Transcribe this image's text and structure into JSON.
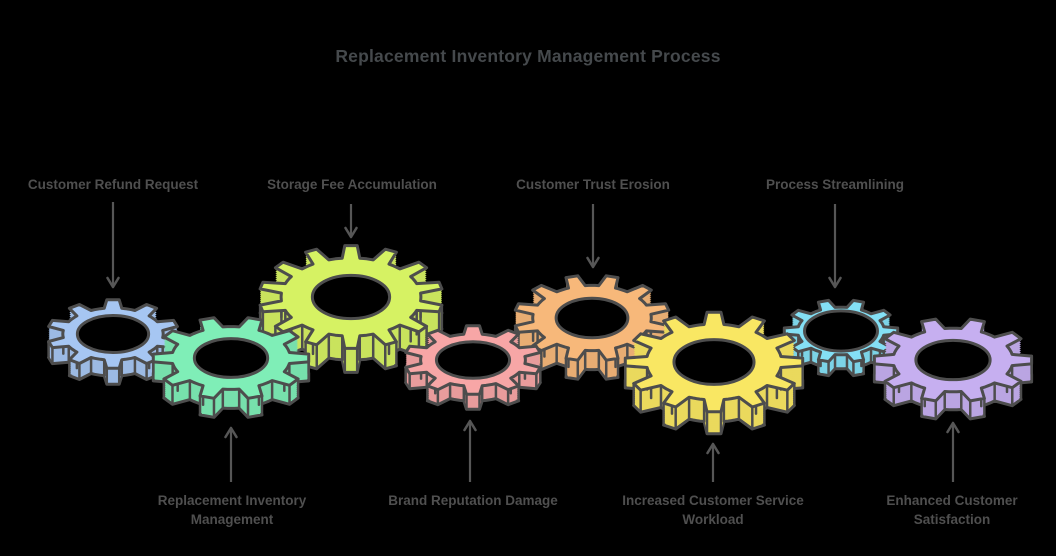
{
  "title": "Replacement Inventory Management Process",
  "colors": {
    "background": "#000000",
    "outline": "#4d4d4d",
    "arrow": "#565656",
    "title_text": "#45494c",
    "label_text": "#4f4f4f"
  },
  "gears": [
    {
      "id": "customer-refund-request",
      "label": "Customer Refund Request",
      "icon": "gear-icon",
      "color": "#a6c6f2",
      "label_position": "top"
    },
    {
      "id": "replacement-inventory-management",
      "label": "Replacement Inventory Management",
      "icon": "gear-icon",
      "color": "#7feeb7",
      "label_position": "bottom"
    },
    {
      "id": "storage-fee-accumulation",
      "label": "Storage Fee Accumulation",
      "icon": "gear-icon",
      "color": "#d6f263",
      "label_position": "top"
    },
    {
      "id": "brand-reputation-damage",
      "label": "Brand Reputation Damage",
      "icon": "gear-icon",
      "color": "#f7a6a6",
      "label_position": "bottom"
    },
    {
      "id": "customer-trust-erosion",
      "label": "Customer Trust Erosion",
      "icon": "gear-icon",
      "color": "#f7b87a",
      "label_position": "top"
    },
    {
      "id": "increased-customer-service-workload",
      "label": "Increased Customer Service Workload",
      "icon": "gear-icon",
      "color": "#f9e763",
      "label_position": "bottom"
    },
    {
      "id": "process-streamlining",
      "label": "Process Streamlining",
      "icon": "gear-icon",
      "color": "#84e0f5",
      "label_position": "top"
    },
    {
      "id": "enhanced-customer-satisfaction",
      "label": "Enhanced Customer Satisfaction",
      "icon": "gear-icon",
      "color": "#c6aff0",
      "label_position": "bottom"
    }
  ]
}
